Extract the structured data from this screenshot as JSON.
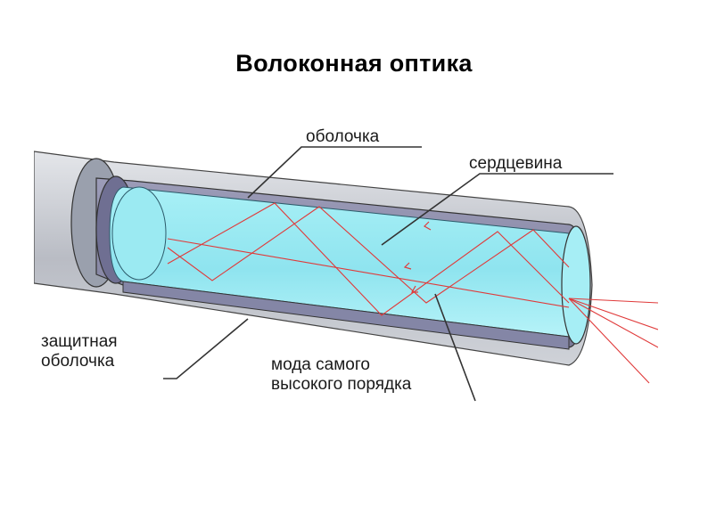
{
  "title": "Волоконная оптика",
  "labels": {
    "cladding": "оболочка",
    "core": "сердцевина",
    "jacket_line1": "защитная",
    "jacket_line2": "оболочка",
    "mode_line1": "мода самого",
    "mode_line2": "высокого порядка"
  },
  "colors": {
    "core": "#8fe6f0",
    "cladding": "#8a8aa8",
    "jacket": "#c3c6cd",
    "ray": "#e03a3a"
  }
}
